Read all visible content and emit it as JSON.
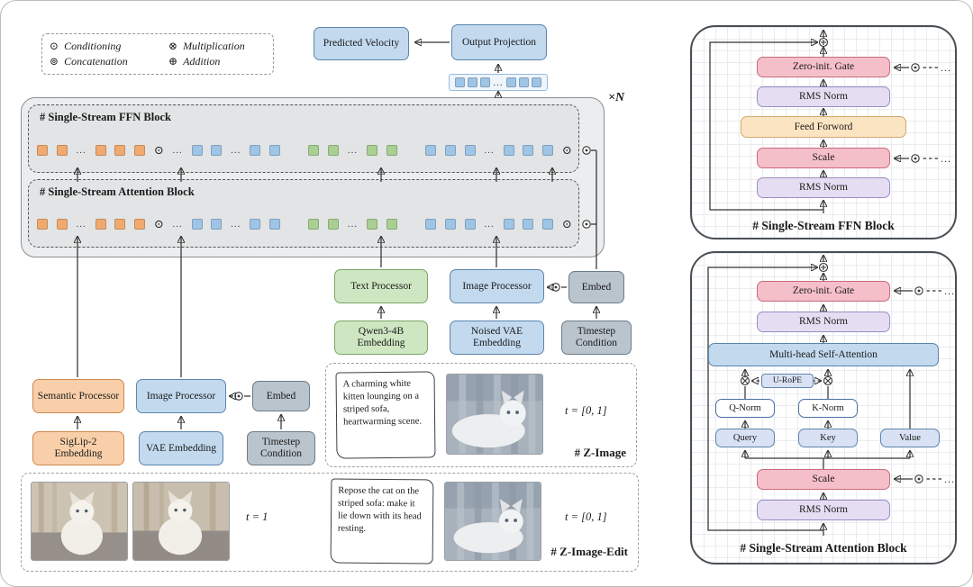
{
  "legend": {
    "items": [
      {
        "symbol": "⊙",
        "label": "Conditioning"
      },
      {
        "symbol": "⊗",
        "label": "Multiplication"
      },
      {
        "symbol": "⊚",
        "label": "Concatenation"
      },
      {
        "symbol": "⊕",
        "label": "Addition"
      }
    ]
  },
  "symbols": {
    "conditioning": "⊙",
    "multiplication": "⊗",
    "concatenation": "⊚",
    "addition": "⊕",
    "dots": "..."
  },
  "top": {
    "predicted_velocity": "Predicted Velocity",
    "output_projection": "Output Projection"
  },
  "main_block": {
    "repeat": "×N",
    "ffn_label": "# Single-Stream FFN Block",
    "attention_label": "# Single-Stream Attention Block"
  },
  "nodes": {
    "text_processor": "Text Processor",
    "qwen_embedding": "Qwen3-4B Embedding",
    "image_processor_top": "Image Processor",
    "noised_vae_embedding": "Noised VAE Embedding",
    "embed_top": "Embed",
    "timestep_condition_top": "Timestep Condition",
    "semantic_processor": "Semantic Processor",
    "siglip_embedding": "SigLip-2 Embedding",
    "image_processor_bottom": "Image Processor",
    "vae_embedding": "VAE Embedding",
    "embed_bottom": "Embed",
    "timestep_condition_bottom": "Timestep Condition"
  },
  "z_image": {
    "prompt": "A charming white kitten lounging on a striped sofa, heartwarming scene.",
    "t_range": "t = [0, 1]",
    "title": "# Z-Image"
  },
  "z_image_edit": {
    "t_one": "t = 1",
    "prompt": "Repose the cat on the striped sofa: make it lie down with its head resting.",
    "t_range": "t = [0, 1]",
    "title": "# Z-Image-Edit"
  },
  "ffn_detail": {
    "title": "# Single-Stream FFN Block",
    "zero_gate": "Zero-init. Gate",
    "rms_norm_top": "RMS Norm",
    "feed_forward": "Feed Forword",
    "scale": "Scale",
    "rms_norm_bottom": "RMS Norm"
  },
  "attention_detail": {
    "title": "# Single-Stream Attention Block",
    "zero_gate": "Zero-init. Gate",
    "rms_norm_top": "RMS Norm",
    "mhsa": "Multi-head Self-Attention",
    "urope": "U-RoPE",
    "q_norm": "Q-Norm",
    "k_norm": "K-Norm",
    "query": "Query",
    "key": "Key",
    "value": "Value",
    "scale": "Scale",
    "rms_norm_bottom": "RMS Norm"
  },
  "colors": {
    "token_orange": "#f0aa70",
    "token_green": "#a9cf92",
    "token_blue": "#9ec4e6",
    "node_blue": "#c2d9ee",
    "node_green": "#cfe6c2",
    "node_orange": "#f8cfa9",
    "node_gray": "#b9c4cd",
    "node_pink": "#f5bfca",
    "node_lavender": "#e5def2",
    "node_tan": "#fbe4c1",
    "wire": "#333333"
  },
  "tokens": {
    "block_row": [
      {
        "k": "sq",
        "c": "token_orange"
      },
      {
        "k": "sq",
        "c": "token_orange"
      },
      {
        "k": "dots"
      },
      {
        "k": "sq",
        "c": "token_orange"
      },
      {
        "k": "sq",
        "c": "token_orange"
      },
      {
        "k": "sq",
        "c": "token_orange"
      },
      {
        "k": "odot"
      },
      {
        "k": "dots"
      },
      {
        "k": "sq",
        "c": "token_blue"
      },
      {
        "k": "sq",
        "c": "token_blue"
      },
      {
        "k": "dots"
      },
      {
        "k": "sq",
        "c": "token_blue"
      },
      {
        "k": "sq",
        "c": "token_blue"
      },
      {
        "k": "gap"
      },
      {
        "k": "sq",
        "c": "token_green"
      },
      {
        "k": "sq",
        "c": "token_green"
      },
      {
        "k": "dots"
      },
      {
        "k": "sq",
        "c": "token_green"
      },
      {
        "k": "sq",
        "c": "token_green"
      },
      {
        "k": "gap"
      },
      {
        "k": "sq",
        "c": "token_blue"
      },
      {
        "k": "sq",
        "c": "token_blue"
      },
      {
        "k": "sq",
        "c": "token_blue"
      },
      {
        "k": "dots"
      },
      {
        "k": "sq",
        "c": "token_blue"
      },
      {
        "k": "sq",
        "c": "token_blue"
      },
      {
        "k": "sq",
        "c": "token_blue"
      },
      {
        "k": "odot"
      }
    ],
    "output_row": [
      {
        "k": "sq",
        "c": "token_blue"
      },
      {
        "k": "sq",
        "c": "token_blue"
      },
      {
        "k": "sq",
        "c": "token_blue"
      },
      {
        "k": "dots"
      },
      {
        "k": "sq",
        "c": "token_blue"
      },
      {
        "k": "sq",
        "c": "token_blue"
      },
      {
        "k": "sq",
        "c": "token_blue"
      }
    ]
  }
}
